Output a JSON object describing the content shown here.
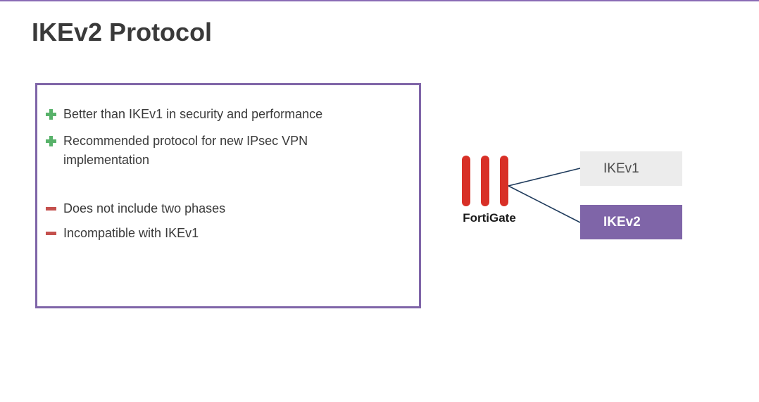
{
  "slide": {
    "title": "IKEv2 Protocol"
  },
  "pros": [
    "Better than IKEv1 in security and performance",
    "Recommended protocol for new IPsec VPN implementation"
  ],
  "cons": [
    "Does not include two phases",
    "Incompatible with IKEv1"
  ],
  "diagram": {
    "device_label": "FortiGate",
    "protocols": [
      {
        "label": "IKEv1",
        "selected": false
      },
      {
        "label": "IKEv2",
        "selected": true
      }
    ]
  },
  "colors": {
    "accent_purple": "#7f65a8",
    "plus_green": "#58b26a",
    "minus_red": "#c4504d",
    "fortinet_red": "#d83027",
    "connector_navy": "#1f3b5c",
    "unselected_box": "#ececec"
  },
  "icons": {
    "pro_marker": "plus-icon",
    "con_marker": "minus-icon",
    "device": "fortigate-logo-icon"
  }
}
